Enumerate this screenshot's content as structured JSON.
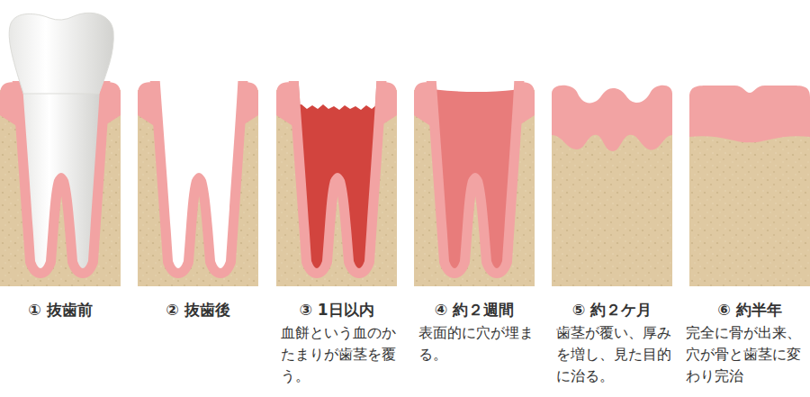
{
  "diagram": {
    "labels": [
      "① 抜歯前",
      "② 抜歯後",
      "③ 1日以内",
      "血餅という血のかたまりが歯茎を覆う。",
      "④ 約２週間",
      "表面的に穴が埋まる。",
      "⑤ 約２ケ月",
      "歯茎が覆い、厚みを増し、見た目的に治る。",
      "⑥ 約半年",
      "完全に骨が出来、穴が骨と歯茎に変わり完治"
    ]
  }
}
